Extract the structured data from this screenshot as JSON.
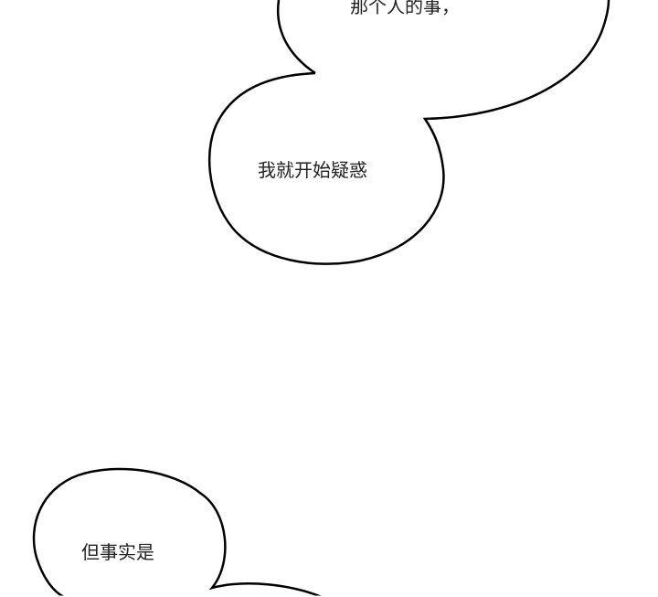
{
  "panel": {
    "background": "#ffffff",
    "stroke_color": "#000000",
    "text_color": "#222222"
  },
  "bubbles": [
    {
      "id": "bubble-1",
      "text": "那个人的事，",
      "position": "top-right, cut off at top"
    },
    {
      "id": "bubble-2",
      "text": "我就开始疑惑",
      "position": "center-left, attached to bubble-1"
    },
    {
      "id": "bubble-3",
      "text": "但事实是",
      "position": "bottom-left"
    },
    {
      "id": "bubble-4",
      "text": "",
      "position": "bottom, cut off at bottom edge"
    }
  ]
}
